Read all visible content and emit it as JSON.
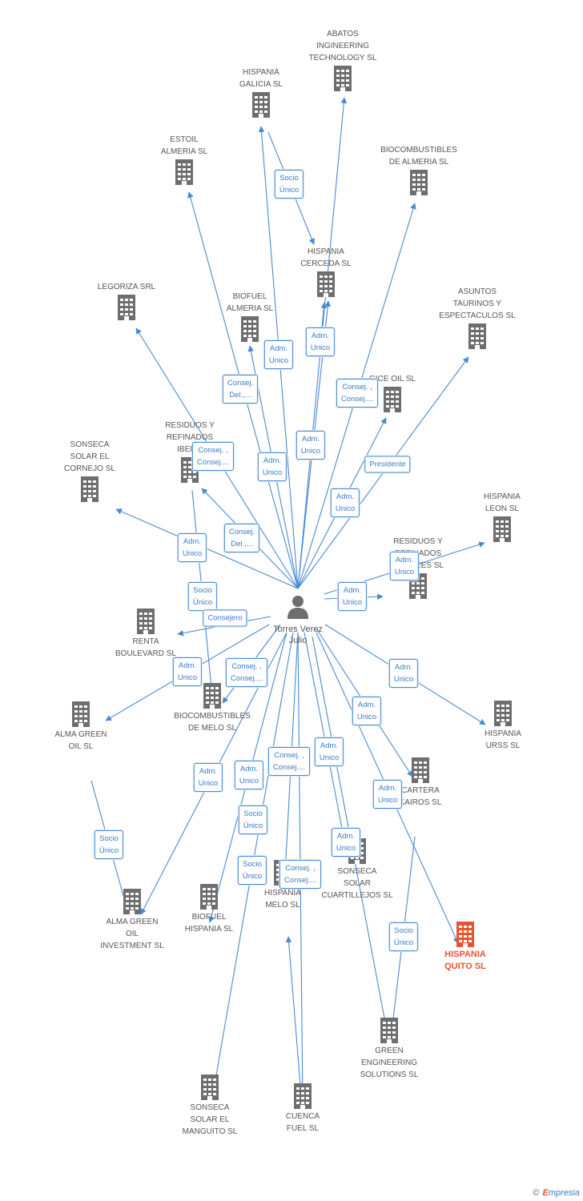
{
  "colors": {
    "edge": "#4a8ad4",
    "building": "#6e6e6e",
    "highlight": "#e8542f",
    "person": "#6e6e6e"
  },
  "person": {
    "label": "Torres Verez\nJulio"
  },
  "companies": [
    {
      "id": "abatos",
      "label": "ABATOS\nINGINEERING\nTECHNOLOGY SL"
    },
    {
      "id": "galicia",
      "label": "HISPANIA\nGALICIA SL"
    },
    {
      "id": "estoil",
      "label": "ESTOIL\nALMERIA SL"
    },
    {
      "id": "biocomb_almeria",
      "label": "BIOCOMBUSTIBLES\nDE ALMERIA SL"
    },
    {
      "id": "cerceda",
      "label": "HISPANIA\nCERCEDA SL"
    },
    {
      "id": "legoriza",
      "label": "LEGORIZA SRL"
    },
    {
      "id": "asuntos",
      "label": "ASUNTOS\nTAURINOS Y\nESPECTACULOS SL"
    },
    {
      "id": "biofuel_almeria",
      "label": "BIOFUEL\nALMERIA SL"
    },
    {
      "id": "gice",
      "label": "GICE OIL SL"
    },
    {
      "id": "residuos_iber",
      "label": "RESIDUOS Y\nREFINADOS\nIBER..."
    },
    {
      "id": "cornejo",
      "label": "SONSECA\nSOLAR EL\nCORNEJO SL"
    },
    {
      "id": "leon",
      "label": "HISPANIA\nLEON SL"
    },
    {
      "id": "residuos_pe",
      "label": "RESIDUOS Y\nREFINADOS\nPE...ARES SL"
    },
    {
      "id": "renta",
      "label": "RENTA\nBOULEVARD SL"
    },
    {
      "id": "biocomb_melo",
      "label": "BIOCOMBUSTIBLES\nDE MELO SL"
    },
    {
      "id": "urss",
      "label": "HISPANIA\nURSS  SL"
    },
    {
      "id": "alma_oil",
      "label": "ALMA GREEN\nOIL SL"
    },
    {
      "id": "cartera",
      "label": "CARTERA\nKAIROS SL"
    },
    {
      "id": "cuartillejos",
      "label": "SONSECA\nSOLAR\nCUARTILLEJOS SL"
    },
    {
      "id": "melo",
      "label": "HISPANIA\nMELO SL"
    },
    {
      "id": "biofuel_hispania",
      "label": "BIOFUEL\nHISPANIA SL"
    },
    {
      "id": "alma_inv",
      "label": "ALMA GREEN\nOIL\nINVESTMENT SL"
    },
    {
      "id": "quito",
      "label": "HISPANIA\nQUITO SL"
    },
    {
      "id": "green_eng",
      "label": "GREEN\nENGINEERING\nSOLUTIONS  SL"
    },
    {
      "id": "manguito",
      "label": "SONSECA\nSOLAR EL\nMANGUITO SL"
    },
    {
      "id": "cuenca",
      "label": "CUENCA\nFUEL  SL"
    }
  ],
  "relations": [
    {
      "id": "r1",
      "label": "Socio\nÚnico"
    },
    {
      "id": "r2",
      "label": "Adm.\nUnico"
    },
    {
      "id": "r3",
      "label": "Adm.\nUnico"
    },
    {
      "id": "r4",
      "label": "Consej.\nDel.,..."
    },
    {
      "id": "r5",
      "label": "Consej. ,\nConsej...."
    },
    {
      "id": "r6",
      "label": "Adm.\nUnico"
    },
    {
      "id": "r7",
      "label": "Consej. ,\nConsej...."
    },
    {
      "id": "r8",
      "label": "Adm.\nUnico"
    },
    {
      "id": "r9",
      "label": "Presidente"
    },
    {
      "id": "r10",
      "label": "Adm.\nUnico"
    },
    {
      "id": "r11",
      "label": "Consej.\nDel.,..."
    },
    {
      "id": "r12",
      "label": "Adm.\nUnico"
    },
    {
      "id": "r13",
      "label": "Adm.\nUnico"
    },
    {
      "id": "r14",
      "label": "Adm.\nUnico"
    },
    {
      "id": "r15",
      "label": "Socio\nÚnico"
    },
    {
      "id": "r16",
      "label": "Consejero"
    },
    {
      "id": "r17",
      "label": "Adm.\nUnico"
    },
    {
      "id": "r18",
      "label": "Consej. ,\nConsej...."
    },
    {
      "id": "r19",
      "label": "Adm.\nUnico"
    },
    {
      "id": "r20",
      "label": "Adm.\nUnico"
    },
    {
      "id": "r21",
      "label": "Adm.\nUnico"
    },
    {
      "id": "r22",
      "label": "Consej. ,\nConsej...."
    },
    {
      "id": "r23",
      "label": "Adm.\nUnico"
    },
    {
      "id": "r24",
      "label": "Adm.\nUnico"
    },
    {
      "id": "r25",
      "label": "Socio\nÚnico"
    },
    {
      "id": "r26",
      "label": "Socio\nÚnico"
    },
    {
      "id": "r27",
      "label": "Adm.\nUnico"
    },
    {
      "id": "r28",
      "label": "Consej. ,\nConsej...."
    },
    {
      "id": "r29",
      "label": "Adm.\nUnico"
    },
    {
      "id": "r30",
      "label": "Socio\nÚnico"
    },
    {
      "id": "r31",
      "label": "Socio\nÚnico"
    }
  ],
  "footer": {
    "copyright": "©",
    "brand_initial": "E",
    "brand_rest": "mpresia"
  }
}
